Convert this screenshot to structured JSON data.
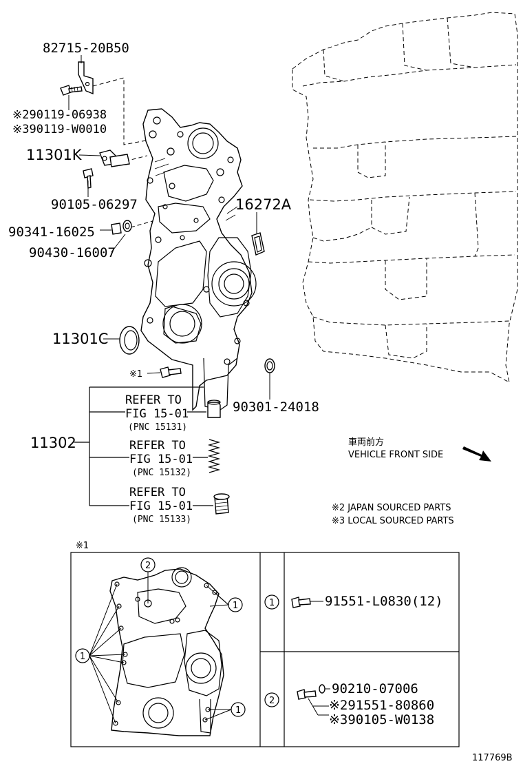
{
  "labels": {
    "p82715": "82715-20B50",
    "p90119_a": "※290119-06938",
    "p90119_b": "※390119-W0010",
    "p11301K": "11301K",
    "p90105": "90105-06297",
    "p90341": "90341-16025",
    "p90430": "90430-16007",
    "p16272A": "16272A",
    "p11301C": "11301C",
    "note1_marker": "※1",
    "p90301": "90301-24018",
    "p11302": "11302",
    "refer1": [
      "REFER TO",
      "FIG 15-01",
      "(PNC 15131)"
    ],
    "refer2": [
      "REFER TO",
      "FIG 15-01",
      "(PNC 15132)"
    ],
    "refer3": [
      "REFER TO",
      "FIG 15-01",
      "(PNC 15133)"
    ],
    "vehicle_front_jp": "車両前方",
    "vehicle_front_en": "VEHICLE FRONT SIDE",
    "note2": "※2 JAPAN SOURCED PARTS",
    "note3": "※3 LOCAL SOURCED PARTS",
    "inset_marker": "※1",
    "circle1": "1",
    "circle2": "2",
    "p91551_L": "91551-L0830(12)",
    "p90210": "90210-07006",
    "p91551_8": "※291551-80860",
    "p90105_W": "※390105-W0138",
    "figure_id": "117769B"
  }
}
